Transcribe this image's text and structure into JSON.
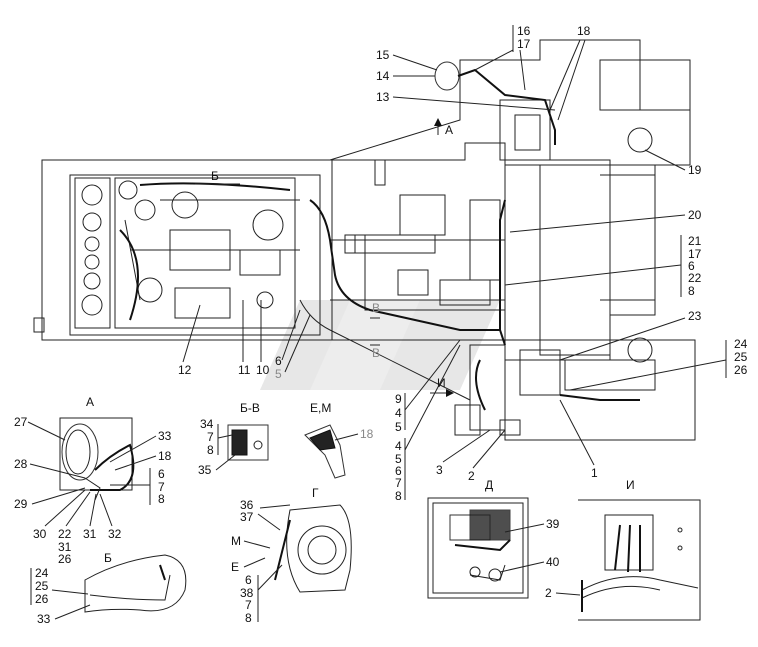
{
  "view_labels": {
    "A": "A",
    "B": "Б",
    "BB": "Б-В",
    "EM": "Е,М",
    "G": "Г",
    "D": "Д",
    "I": "И",
    "arrow_A": "А",
    "arrow_B_top": "Б",
    "arrow_V1": "В",
    "arrow_V2": "В",
    "arrow_I": "И"
  },
  "callouts": {
    "c1": "1",
    "c2": "2",
    "c3": "3",
    "c12": "12",
    "c13": "13",
    "c14": "14",
    "c15": "15",
    "c16": "16",
    "c17": "17",
    "c18": "18",
    "c19": "19",
    "c20": "20",
    "c23": "23",
    "c11": "11",
    "c10": "10",
    "c6a": "6",
    "c5a": "5",
    "grp_right1": [
      "21",
      "17",
      "6",
      "22",
      "8"
    ],
    "grp_right2": [
      "24",
      "25",
      "26"
    ],
    "grp_mid1": [
      "9",
      "4",
      "5"
    ],
    "grp_mid2": [
      "4",
      "5",
      "6",
      "7",
      "8"
    ],
    "detA": {
      "c27": "27",
      "c33": "33",
      "c18": "18",
      "c6": "6",
      "c7": "7",
      "c8": "8",
      "c28": "28",
      "c29": "29",
      "c30": "30",
      "c22": "22",
      "c31": "31",
      "c26": "26",
      "c32": "32"
    },
    "detBB": {
      "c34": "34",
      "c7": "7",
      "c8": "8",
      "c35": "35"
    },
    "detEM": {
      "c18": "18"
    },
    "detB": {
      "c24": "24",
      "c25": "25",
      "c26": "26",
      "c33": "33"
    },
    "detG": {
      "c36": "36",
      "c37": "37",
      "cM": "М",
      "cE": "Е",
      "c6": "6",
      "c38": "38",
      "c7": "7",
      "c8": "8"
    },
    "detD": {
      "c39": "39",
      "c40": "40"
    },
    "detI": {
      "c2": "2"
    }
  }
}
